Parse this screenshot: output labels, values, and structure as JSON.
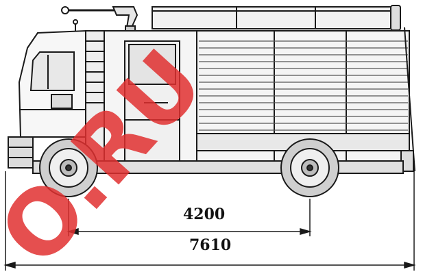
{
  "drawing": {
    "subject": "fire-engine-side-elevation",
    "dimensions": {
      "wheelbase_label": "4200",
      "overall_length_label": "7610"
    },
    "watermark": {
      "text": "O.RU",
      "color": "#e03030"
    },
    "colors": {
      "line": "#1a1a1a",
      "shade": "#9a9a9a",
      "background": "#ffffff"
    }
  }
}
